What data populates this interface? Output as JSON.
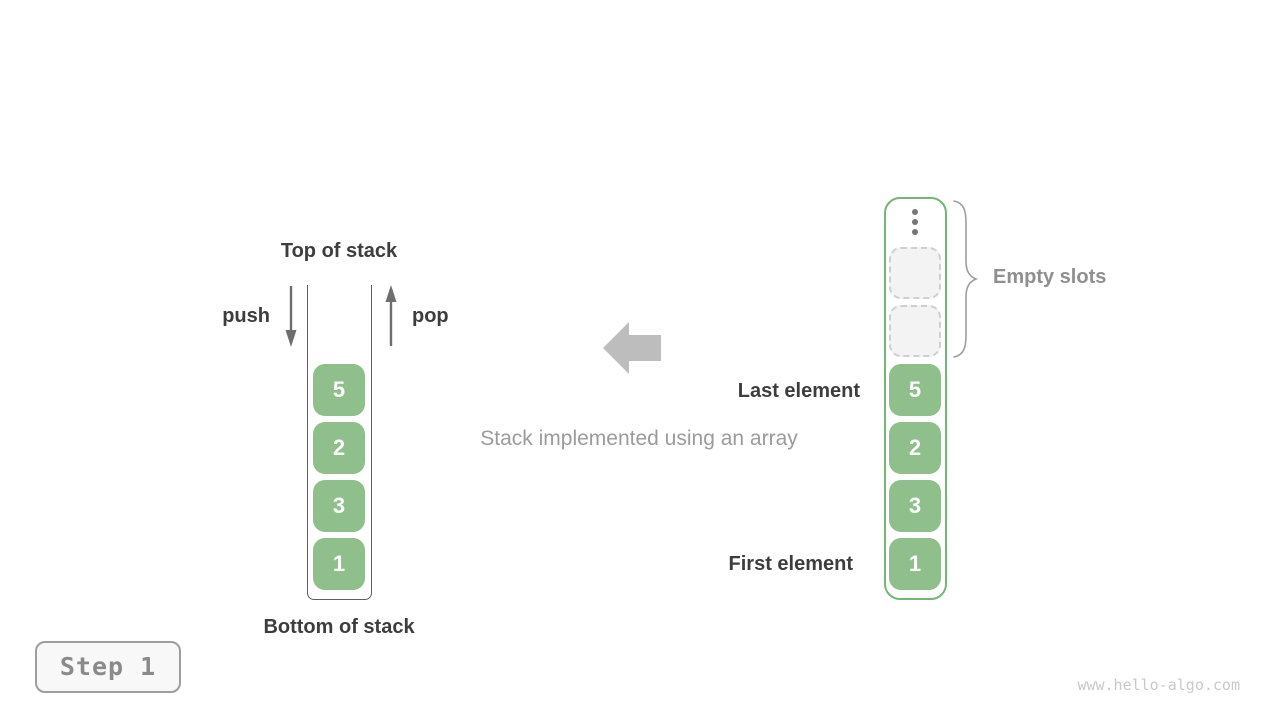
{
  "diagram": {
    "stack_view": {
      "top_label": "Top of stack",
      "bottom_label": "Bottom of stack",
      "push_label": "push",
      "pop_label": "pop",
      "elements": [
        "5",
        "2",
        "3",
        "1"
      ]
    },
    "caption": "Stack implemented using an array",
    "array_view": {
      "empty_slots_label": "Empty slots",
      "last_element_label": "Last element",
      "first_element_label": "First element",
      "empty_slot_count": 2,
      "elements": [
        "5",
        "2",
        "3",
        "1"
      ],
      "ellipsis_icon": "vertical-ellipsis",
      "direction_arrow_icon": "left-block-arrow"
    },
    "step_badge_label": "Step 1",
    "watermark": "www.hello-algo.com",
    "colors": {
      "element_green": "#8fc08b",
      "array_border_green": "#74b674",
      "dark_text": "#3d3d3d",
      "gray_text": "#9b9b9b",
      "block_arrow_gray": "#bdbdbd",
      "line_gray": "#6e6e6e"
    }
  }
}
